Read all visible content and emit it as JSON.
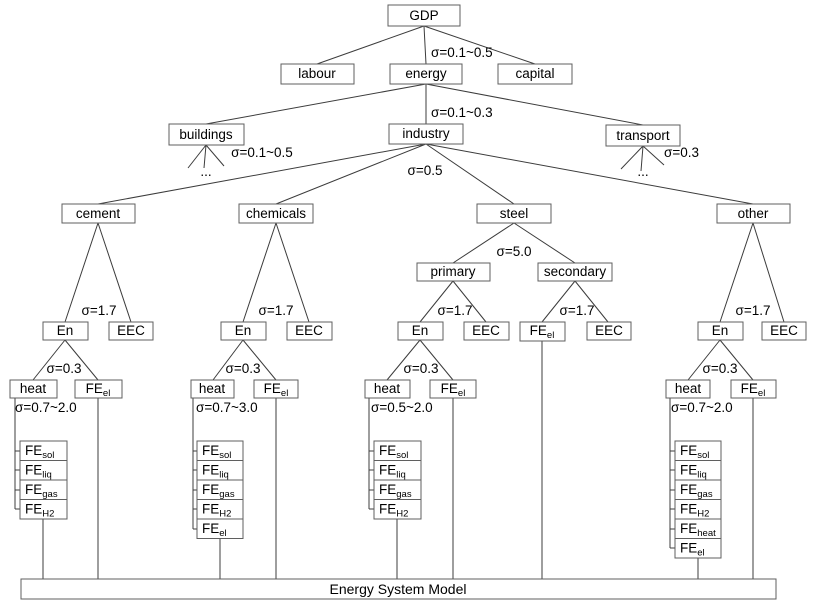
{
  "labels": {
    "gdp": "GDP",
    "labour": "labour",
    "energy": "energy",
    "capital": "capital",
    "buildings": "buildings",
    "industry": "industry",
    "transport": "transport",
    "cement": "cement",
    "chemicals": "chemicals",
    "steel": "steel",
    "other": "other",
    "primary": "primary",
    "secondary": "secondary",
    "en": "En",
    "eec": "EEC",
    "heat": "heat",
    "fe": "FE",
    "sub_el": "el",
    "sub_sol": "sol",
    "sub_liq": "liq",
    "sub_gas": "gas",
    "sub_h2": "H2",
    "sub_heat": "heat",
    "dots": "...",
    "esm": "Energy System Model"
  },
  "sigmas": {
    "gdp": "σ=0.1~0.5",
    "energy": "σ=0.1~0.3",
    "buildings": "σ=0.1~0.5",
    "transport": "σ=0.3",
    "industry": "σ=0.5",
    "steel": "σ=5.0",
    "cement": "σ=1.7",
    "chemicals": "σ=1.7",
    "primary": "σ=1.7",
    "secondary": "σ=1.7",
    "other": "σ=1.7",
    "cement_en": "σ=0.3",
    "chemicals_en": "σ=0.3",
    "primary_en": "σ=0.3",
    "other_en": "σ=0.3",
    "cement_heat": "σ=0.7~2.0",
    "chemicals_heat": "σ=0.7~3.0",
    "primary_heat": "σ=0.5~2.0",
    "other_heat": "σ=0.7~2.0"
  },
  "colors": {
    "background": "#ffffff",
    "box_border": "#5f5f5f",
    "line": "#3c3c3c",
    "text": "#000000"
  }
}
